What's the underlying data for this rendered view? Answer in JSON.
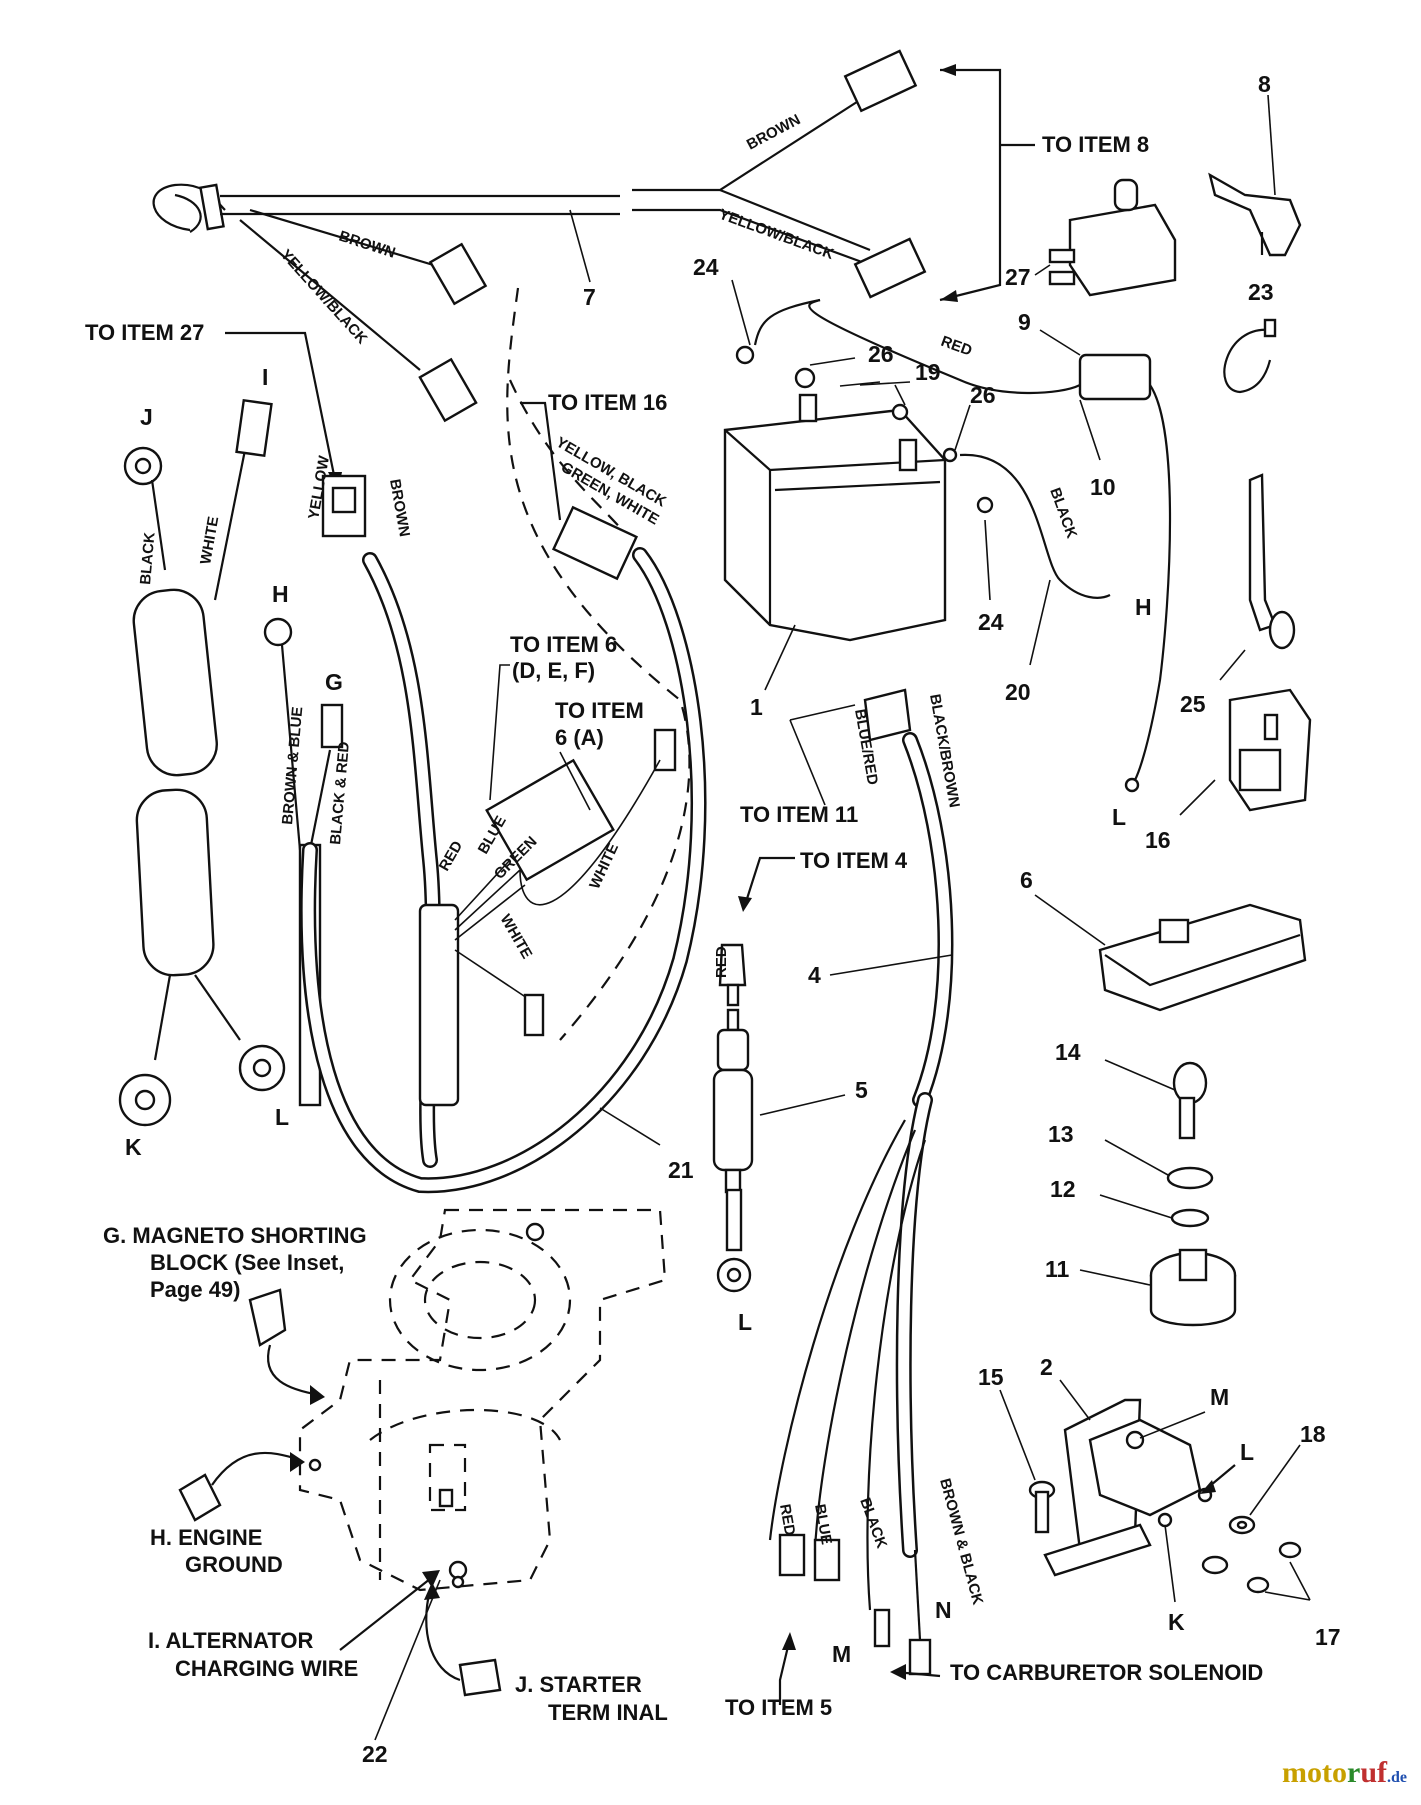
{
  "callouts": {
    "n1": "1",
    "n2": "2",
    "n4": "4",
    "n5": "5",
    "n6": "6",
    "n7": "7",
    "n8": "8",
    "n9": "9",
    "n10": "10",
    "n11": "11",
    "n12": "12",
    "n13": "13",
    "n14": "14",
    "n15": "15",
    "n16": "16",
    "n17": "17",
    "n18": "18",
    "n19": "19",
    "n20": "20",
    "n21": "21",
    "n22": "22",
    "n23": "23",
    "n24a": "24",
    "n24b": "24",
    "n25": "25",
    "n26a": "26",
    "n26b": "26",
    "n27": "27"
  },
  "letters": {
    "I": "I",
    "J": "J",
    "H1": "H",
    "G": "G",
    "K1": "K",
    "L1": "L",
    "H2": "H",
    "L2": "L",
    "L3": "L",
    "M1": "M",
    "L4": "L",
    "K2": "K",
    "N": "N",
    "M2": "M"
  },
  "to_labels": {
    "item8": "TO ITEM 8",
    "item27": "TO ITEM 27",
    "item16": "TO ITEM 16",
    "item6def_1": "TO ITEM 6",
    "item6def_2": "(D, E, F)",
    "item6a_1": "TO ITEM",
    "item6a_2": "6 (A)",
    "item11": "TO ITEM 11",
    "item4": "TO ITEM 4",
    "item5": "TO ITEM 5",
    "carb": "TO CARBURETOR SOLENOID"
  },
  "wire_colors": {
    "brown_top": "BROWN",
    "yellow_black_top": "YELLOW/BLACK",
    "brown_left": "BROWN",
    "yellow_black_left": "YELLOW/BLACK",
    "red_batt": "RED",
    "black_batt": "BLACK",
    "yellow_plug": "YELLOW",
    "brown_plug": "BROWN",
    "multi_1": "YELLOW, BLACK",
    "multi_2": "GREEN, WHITE",
    "black_j": "BLACK",
    "white_i": "WHITE",
    "brown_blue": "BROWN & BLUE",
    "black_red": "BLACK & RED",
    "red_s": "RED",
    "blue_s": "BLUE",
    "green_s": "GREEN",
    "white_s1": "WHITE",
    "white_s2": "WHITE",
    "red_fuse": "RED",
    "black_brown": "BLACK/BROWN",
    "blue_red": "BLUE/RED",
    "red_lead": "RED",
    "blue_lead": "BLUE",
    "black_lead": "BLACK",
    "brown_black": "BROWN & BLACK"
  },
  "engine_labels": {
    "g1": "G.  MAGNETO SHORTING",
    "g2": "BLOCK (See Inset,",
    "g3": "Page 49)",
    "h1": "H.  ENGINE",
    "h2": "GROUND",
    "i1": "I.  ALTERNATOR",
    "i2": "CHARGING WIRE",
    "j1": "J.  STARTER",
    "j2": "TERM INAL"
  },
  "watermark": {
    "a": "moto",
    "b": "r",
    "c": "uf",
    "d": ".de"
  }
}
